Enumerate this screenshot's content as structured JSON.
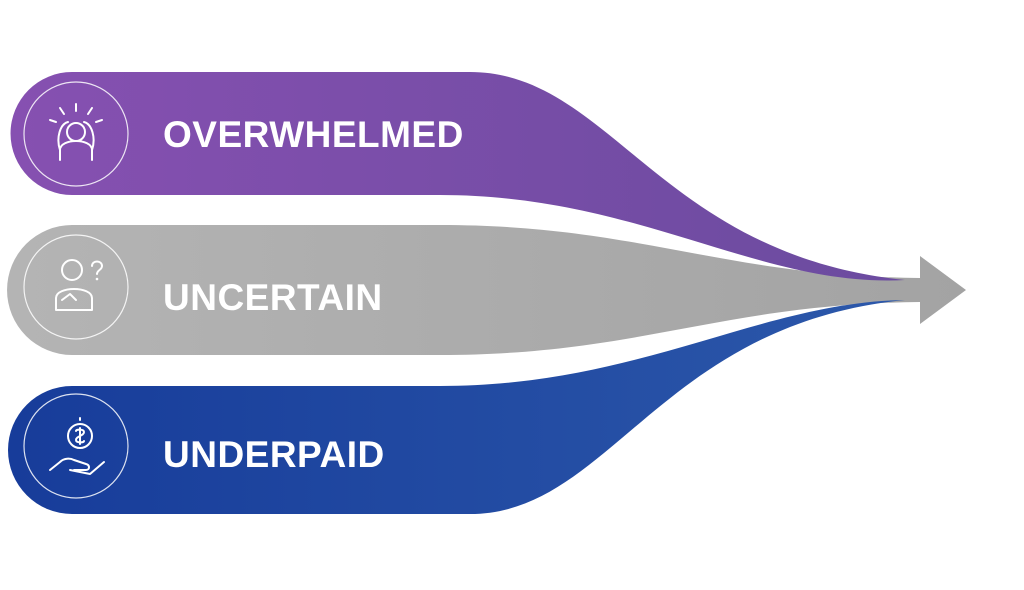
{
  "bands": [
    {
      "label": "OVERWHELMED",
      "icon": "stressed-person-icon",
      "color_start": "#8552B0",
      "color_end": "#6A4A9E"
    },
    {
      "label": "UNCERTAIN",
      "icon": "questioning-person-icon",
      "color_start": "#B3B3B3",
      "color_end": "#A0A0A0"
    },
    {
      "label": "UNDERPAID",
      "icon": "coin-in-hand-icon",
      "color_start": "#1A3F9C",
      "color_end": "#2B56A8"
    }
  ],
  "arrow": {
    "color": "#A6A6A6"
  }
}
